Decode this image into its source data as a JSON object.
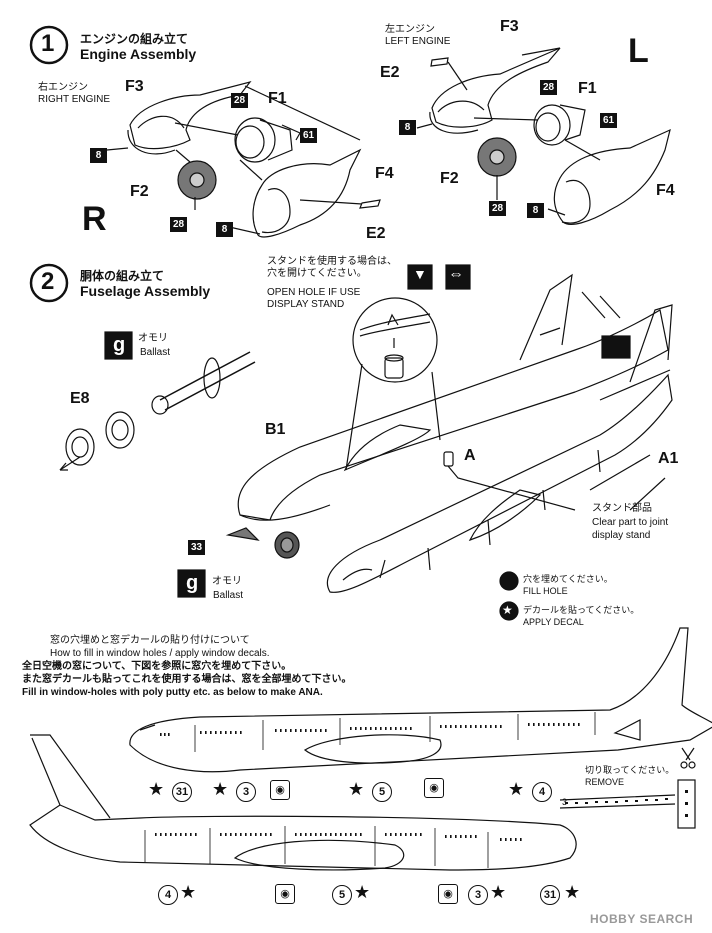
{
  "step1": {
    "number": "1",
    "title_jp": "エンジンの組み立て",
    "title_en": "Engine Assembly",
    "right_engine_jp": "右エンジン",
    "right_engine_en": "RIGHT ENGINE",
    "left_engine_jp": "左エンジン",
    "left_engine_en": "LEFT ENGINE",
    "side_right": "R",
    "side_left": "L",
    "parts": {
      "f1": "F1",
      "f2": "F2",
      "f3": "F3",
      "f4": "F4",
      "e2": "E2"
    },
    "badges": {
      "b8": "8",
      "b28": "28",
      "b61": "61"
    }
  },
  "step2": {
    "number": "2",
    "title_jp": "胴体の組み立て",
    "title_en": "Fuselage Assembly",
    "stand_note_jp_1": "スタンドを使用する場合は、",
    "stand_note_jp_2": "穴を開けてください。",
    "stand_note_en_1": "OPEN HOLE IF USE",
    "stand_note_en_2": "DISPLAY STAND",
    "ballast_jp": "オモリ",
    "ballast_en": "Ballast",
    "ballast_icon": "g",
    "parts": {
      "e8": "E8",
      "b1": "B1",
      "a1": "A1",
      "a": "A"
    },
    "badge33": "33",
    "stand_part_jp": "スタンド部品",
    "stand_part_en_1": "Clear part to joint",
    "stand_part_en_2": "display stand"
  },
  "legend": {
    "fill_hole_jp": "穴を埋めてください。",
    "fill_hole_en": "FILL HOLE",
    "apply_decal_jp": "デカールを貼ってください。",
    "apply_decal_en": "APPLY DECAL"
  },
  "windows": {
    "line1": "窓の穴埋めと窓デカールの貼り付けについて",
    "line2": "How to fill in window holes / apply window decals.",
    "line3": "全日空機の窓について、下図を参照に窓穴を埋めて下さい。",
    "line4": "また窓デカールも貼ってこれを使用する場合は、窓を全部埋めて下さい。",
    "line5": "Fill in window-holes with poly putty etc. as below to make ANA.",
    "remove_jp": "切り取ってください。",
    "remove_en": "REMOVE",
    "top_decals": [
      "31",
      "3",
      "5",
      "4"
    ],
    "bottom_decals": [
      "4",
      "5",
      "3",
      "31"
    ],
    "small3": "3"
  },
  "watermark": "HOBBY SEARCH"
}
